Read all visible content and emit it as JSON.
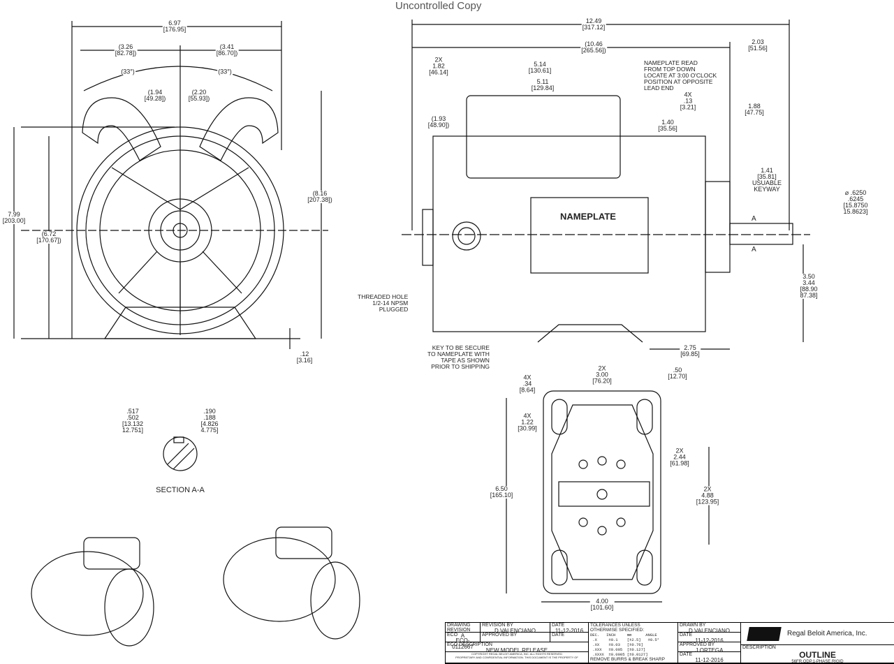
{
  "header": "Uncontrolled Copy",
  "front_view": {
    "dims": [
      {
        "v": "6.97",
        "mm": "[176.95]"
      },
      {
        "v": "(3.26",
        "mm": "[82.78])"
      },
      {
        "v": "(3.41",
        "mm": "[86.70])"
      },
      {
        "v": "(33°)",
        "mm": ""
      },
      {
        "v": "(33°)",
        "mm": ""
      },
      {
        "v": "(1.94",
        "mm": "[49.28])"
      },
      {
        "v": "(2.20",
        "mm": "[55.93])"
      },
      {
        "v": "7.99",
        "mm": "[203.00]"
      },
      {
        "v": "(6.72",
        "mm": "[170.67])"
      },
      {
        "v": "(8.16",
        "mm": "[207.38])"
      },
      {
        "v": ".12",
        "mm": "[3.16]"
      }
    ]
  },
  "side_view": {
    "dims": [
      {
        "v": "12.49",
        "mm": "[317.12]"
      },
      {
        "v": "(10.46",
        "mm": "[265.56])"
      },
      {
        "v": "2.03",
        "mm": "[51.56]"
      },
      {
        "v": "2X\n1.82",
        "mm": "[46.14]"
      },
      {
        "v": "5.14",
        "mm": "[130.61]"
      },
      {
        "v": "5.11",
        "mm": "[129.84]"
      },
      {
        "v": "(1.93",
        "mm": "[48.90])"
      },
      {
        "v": "4X\n.13",
        "mm": "[3.21]"
      },
      {
        "v": "1.40",
        "mm": "[35.56]"
      },
      {
        "v": "1.88",
        "mm": "[47.75]"
      },
      {
        "v": "1.41",
        "mm": "[35.81]\nUSUABLE\nKEYWAY"
      },
      {
        "v": "⌀ .6250\n.6245",
        "mm": "[15.8750\n15.8623]"
      },
      {
        "v": "3.50\n3.44",
        "mm": "[88.90\n87.38]"
      },
      {
        "v": "2.75",
        "mm": "[69.85]"
      }
    ],
    "nameplate_note": "NAMEPLATE READ\nFROM TOP DOWN\nLOCATE AT 3:00 O'CLOCK\nPOSITION AT OPPOSITE\nLEAD END",
    "threaded_note": "THREADED HOLE\n1/2-14 NPSM\nPLUGGED",
    "key_note": "KEY TO BE SECURE\nTO NAMEPLATE WITH\nTAPE AS SHOWN\nPRIOR TO SHIPPING",
    "nameplate": "NAMEPLATE",
    "section_mark": "A"
  },
  "base_view": {
    "dims": [
      {
        "v": "4X\n.34",
        "mm": "[8.64]"
      },
      {
        "v": "2X\n3.00",
        "mm": "[76.20]"
      },
      {
        "v": ".50",
        "mm": "[12.70]"
      },
      {
        "v": "4X\n1.22",
        "mm": "[30.99]"
      },
      {
        "v": "2X\n2.44",
        "mm": "[61.98]"
      },
      {
        "v": "6.50",
        "mm": "[165.10]"
      },
      {
        "v": "2X\n4.88",
        "mm": "[123.95]"
      },
      {
        "v": "4.00",
        "mm": "[101.60]"
      }
    ]
  },
  "section": {
    "title": "SECTION A-A",
    "dims": [
      {
        "v": ".517\n.502",
        "mm": "[13.132\n12.751]"
      },
      {
        "v": ".190\n.188",
        "mm": "[4.826\n4.775]"
      }
    ]
  },
  "title_block": {
    "drawing_revision_label": "DRAWING REVISION",
    "drawing_revision": "A",
    "revision_by_label": "REVISION BY",
    "revision_by": "D.VALENCIANO",
    "date_label": "DATE",
    "date": "11-12-2016",
    "eco_label": "ECO",
    "eco": "ECO-0112667",
    "approved_by_label": "APPROVED BY",
    "eco_desc_label": "ECO DESCRIPTION",
    "eco_desc": "NEW MODEL RELEASE",
    "copyright": "COPYRIGHT REGAL BELOIT AMERICA, INC. ALL RIGHTS RESERVED\nPROPRIETARY AND CONFIDENTIAL INFORMATION. THIS DOCUMENT IS THE PROPERTY OF",
    "tolerances": "TOLERANCES UNLESS\nOTHERWISE SPECIFIED:",
    "tol_rows": "DEC.   INCH     mm      ANGLE\n .X     ±0.1    [±2.5]   ±0.5°\n .XX    ±0.03   [±0.76]\n .XXX   ±0.005  [±0.127]\n .XXXX  ±0.0005 [±0.0127]",
    "remove_burrs": "REMOVE BURRS & BREAK SHARP",
    "drawn_by_label": "DRAWN BY",
    "drawn_by": "D.VALENCIANO",
    "drawn_date": "11-12-2016",
    "approved_by2": "J.ORTEGA",
    "approved_date": "11-12-2016",
    "company": "Regal Beloit America, Inc.",
    "description_label": "DESCRIPTION",
    "description": "OUTLINE",
    "subdescription": "56FR,ODP,1-PHASE,RIGID"
  }
}
